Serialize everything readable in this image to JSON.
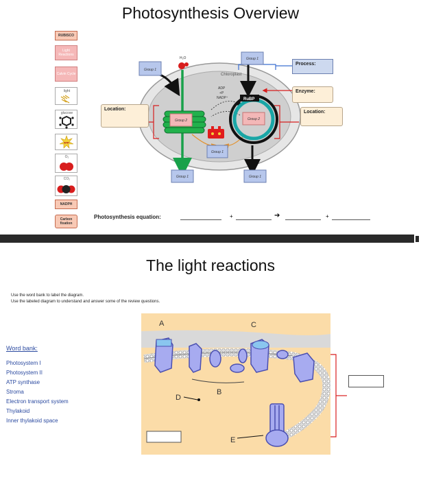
{
  "section1": {
    "title": "Photosynthesis Overview",
    "word_bank": [
      {
        "label": "RUBISCO"
      },
      {
        "label": "Light Reactions"
      },
      {
        "label": "Calvin Cycle"
      },
      {
        "label": "light"
      },
      {
        "label": "glucose"
      },
      {
        "label": "ATP"
      },
      {
        "label": "O₂"
      },
      {
        "label": "CO₂"
      },
      {
        "label": "NADPH"
      },
      {
        "label": "Carbon fixation"
      }
    ],
    "diagram": {
      "chloroplast_label": "Chloroplast",
      "water_label": "H₂O",
      "cycle_text": [
        "ADP",
        "+P",
        "NADP⁺"
      ],
      "rubp_label": "RuBP",
      "groups": {
        "g1_top_left": "Group 1",
        "g1_top_right": "Group 1",
        "g2_left": "Group 2",
        "g2_right": "Group 2",
        "g1_mid": "Group 1",
        "g1_bottom_left": "Group 1",
        "g1_bottom_right": "Group 1"
      }
    },
    "labels": {
      "location_left": "Location:",
      "process": "Process:",
      "enzyme": "Enzyme:",
      "location_right": "Location:"
    },
    "equation": {
      "label": "Photosynthesis equation:",
      "plus1": "+",
      "arrow": "➔",
      "plus2": "+"
    }
  },
  "section2": {
    "title": "The light reactions",
    "instructions": [
      "Use the word bank to label the diagram.",
      "Use the labeled diagram to understand and answer some of the review questions."
    ],
    "word_bank_title": "Word bank:",
    "word_bank": [
      "Photosystem I",
      "Photosystem II",
      "ATP synthase",
      "Stroma",
      "Electron transport system",
      "Thylakoid",
      "Inner thylakoid space"
    ],
    "diagram_letters": {
      "a": "A",
      "b": "B",
      "c": "C",
      "d": "D",
      "e": "E"
    }
  },
  "colors": {
    "word_bank_blue": "#2b4aa0",
    "label_box_fill": "#fdefd8",
    "group_box_fill": "#b7c7ec",
    "group2_fill": "#f3b7b7",
    "membrane_fill": "#fbdca8"
  }
}
